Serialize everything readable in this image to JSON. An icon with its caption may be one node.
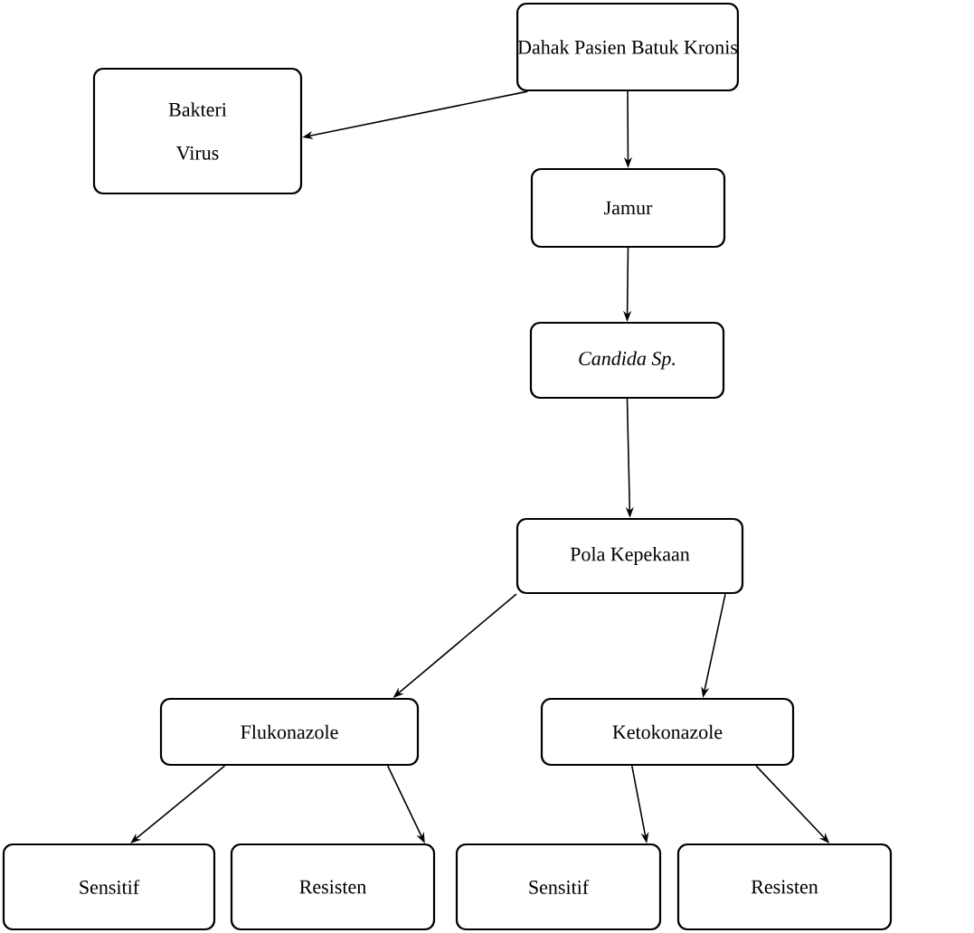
{
  "diagram": {
    "nodes": [
      {
        "text": [
          "Dahak Pasien Batuk Kronis"
        ]
      },
      {
        "text": [
          "Bakteri",
          "Virus"
        ]
      },
      {
        "text": [
          "Jamur"
        ]
      },
      {
        "text": [
          "Candida Sp."
        ]
      },
      {
        "text": [
          "Pola Kepekaan"
        ]
      },
      {
        "text": [
          "Flukonazole"
        ]
      },
      {
        "text": [
          "Ketokonazole"
        ]
      },
      {
        "text": [
          "Sensitif"
        ]
      },
      {
        "text": [
          "Resisten"
        ]
      },
      {
        "text": [
          "Sensitif"
        ]
      },
      {
        "text": [
          "Resisten"
        ]
      }
    ],
    "edges": [
      {
        "from": 0,
        "to": 1,
        "arrow": "to"
      },
      {
        "from": 0,
        "to": 2,
        "arrow": "to"
      },
      {
        "from": 2,
        "to": 3,
        "arrow": "to"
      },
      {
        "from": 3,
        "to": 4,
        "arrow": "to"
      },
      {
        "from": 4,
        "to": 5,
        "arrow": "to"
      },
      {
        "from": 4,
        "to": 6,
        "arrow": "to"
      },
      {
        "from": 5,
        "to": 7,
        "arrow": "to"
      },
      {
        "from": 5,
        "to": 8,
        "arrow": "to"
      },
      {
        "from": 6,
        "to": 9,
        "arrow": "to"
      },
      {
        "from": 6,
        "to": 10,
        "arrow": "to"
      }
    ]
  }
}
